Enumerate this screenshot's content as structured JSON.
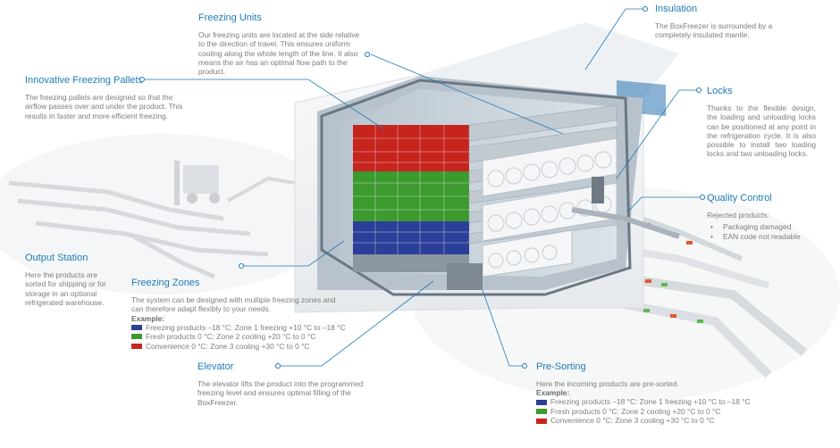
{
  "colors": {
    "accent": "#1e7bb8",
    "text": "#7d7d7d",
    "frozen": "#2b3f98",
    "fresh": "#3c9a2f",
    "convenience": "#c6241d"
  },
  "freezing_units": {
    "title": "Freezing Units",
    "body": "Our freezing units are located at the side relative to the direction of travel. This ensures uniform cooling along the whole length of the line. It also means the air has an optimal flow path to the product."
  },
  "insulation": {
    "title": "Insulation",
    "body": "The BoxFreezer is surrounded by a completely insulated mantle."
  },
  "pallets": {
    "title": "Innovative Freezing Pallets",
    "body": "The freezing pallets are designed so that the airflow passes over and under the product. This results in faster and more efficient freezing."
  },
  "locks": {
    "title": "Locks",
    "body": "Thanks to the flexible design, the loading and unloading locks can be positioned at any point in the refrigeration cycle. It is also possible to install two loading locks and two unloading locks."
  },
  "quality": {
    "title": "Quality Control",
    "intro": "Rejected products:",
    "items": [
      "Packaging damaged",
      "EAN code not readable"
    ]
  },
  "output": {
    "title": "Output Station",
    "body": "Here the products are sorted for shipping or for storage in an optional refrigerated warehouse."
  },
  "zones": {
    "title": "Freezing Zones",
    "body": "The system can be designed with multiple freezing zones and can therefore adapt flexibly to your needs.",
    "example_label": "Example:",
    "legend": [
      "Freezing products –18 °C: Zone 1 freezing +10 °C to –18 °C",
      "Fresh products 0 °C: Zone 2 cooling +20 °C to 0 °C",
      "Convenience 0 °C: Zone 3 cooling +30 °C to 0 °C"
    ]
  },
  "elevator": {
    "title": "Elevator",
    "body": "The elevator lifts the product into the programmed freezing level and ensures optimal filling of the BoxFreezer."
  },
  "presorting": {
    "title": "Pre-Sorting",
    "body": "Here the incoming products are pre-sorted.",
    "example_label": "Example:",
    "legend": [
      "Freezing products –18 °C: Zone 1 freezing +10 °C to –18 °C",
      "Fresh products 0 °C: Zone 2 cooling +20 °C to 0 °C",
      "Convenience 0 °C: Zone 3 cooling +30 °C to 0 °C"
    ]
  }
}
